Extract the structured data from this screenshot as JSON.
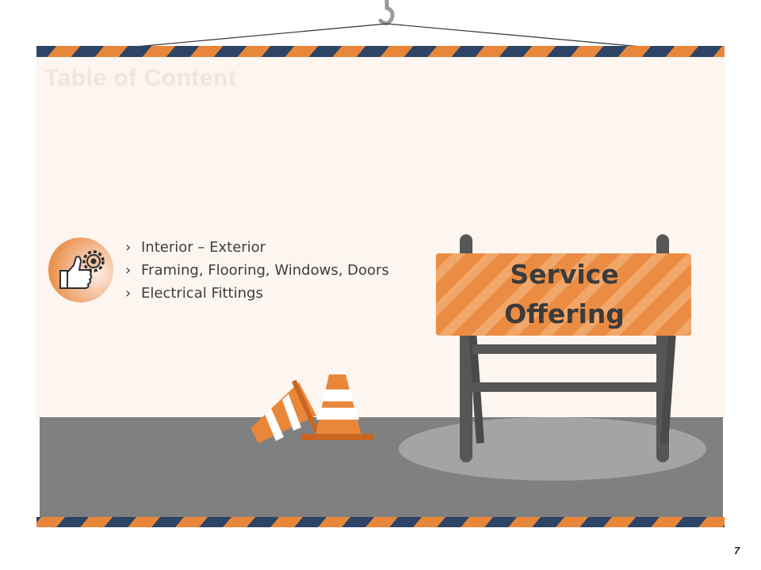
{
  "slide": {
    "title": "Table of Content",
    "page_number": "7"
  },
  "bullets": {
    "marker": "›",
    "items": [
      "Interior – Exterior",
      "Framing, Flooring, Windows, Doors",
      "Electrical Fittings"
    ]
  },
  "sign": {
    "line1": "Service",
    "line2": "Offering"
  },
  "icons": {
    "bullet_icon": "thumbs-up-gear-icon",
    "sign_icon": "road-barricade",
    "cone_icon": "traffic-cone"
  },
  "colors": {
    "accent_orange": "#e8873a",
    "navy": "#2d4466",
    "background": "#fdf5ef",
    "road": "#808080",
    "barricade_post": "#565656"
  }
}
